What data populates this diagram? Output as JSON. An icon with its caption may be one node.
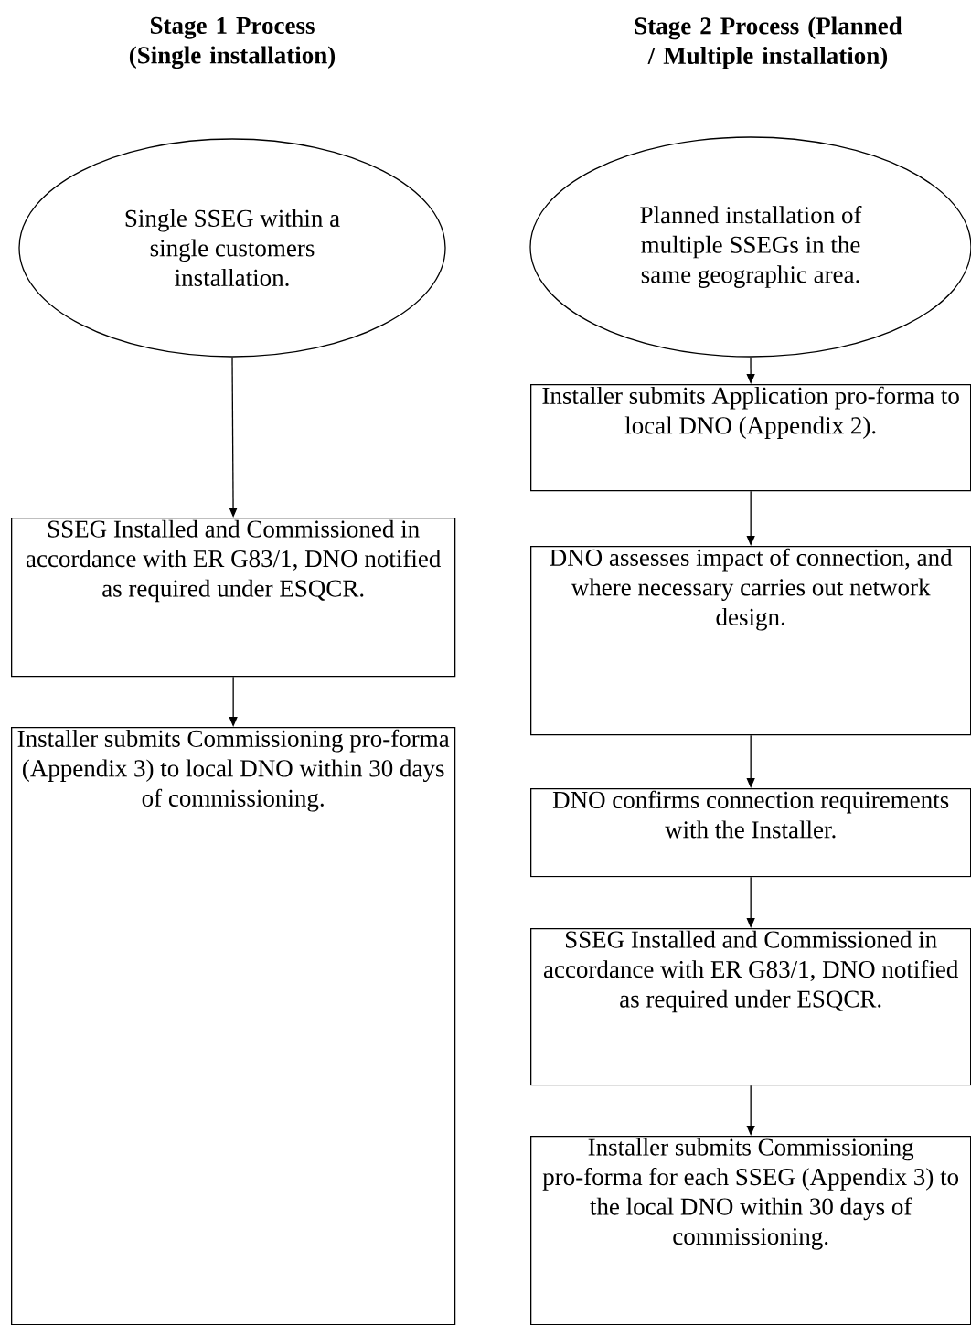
{
  "diagram": {
    "nodes": [
      {
        "text": [
          "Single SSEG within a single customers installation."
        ]
      },
      {
        "text": [
          "SSEG Installed and Commissioned in accordance with ER G83/1, DNO notified as required under ESQCR."
        ]
      },
      {
        "text": [
          "Installer submits Commissioning pro-forma (Appendix 3) to local DNO within 30 days of commissioning."
        ]
      },
      {
        "text": [
          "Planned installation of multiple SSEGs in the same geographic area."
        ]
      },
      {
        "text": [
          "Installer submits Application pro-forma to local DNO (Appendix 2)."
        ]
      },
      {
        "text": [
          "DNO assesses impact of connection, and where necessary carries out network design."
        ]
      },
      {
        "text": [
          "DNO confirms connection requirements with the Installer."
        ]
      },
      {
        "text": [
          "SSEG Installed and Commissioned in accordance with ER G83/1, DNO notified as required under ESQCR."
        ]
      },
      {
        "text": [
          "Installer submits Commissioning pro-forma for each SSEG (Appendix 3) to the local DNO within 30 days of commissioning."
        ]
      }
    ],
    "edges": [
      {
        "from": 0,
        "to": 1,
        "arrow": "to"
      },
      {
        "from": 1,
        "to": 2,
        "arrow": "to"
      },
      {
        "from": 3,
        "to": 4,
        "arrow": "to"
      },
      {
        "from": 4,
        "to": 5,
        "arrow": "to"
      },
      {
        "from": 5,
        "to": 6,
        "arrow": "to"
      },
      {
        "from": 6,
        "to": 7,
        "arrow": "to"
      },
      {
        "from": 7,
        "to": 8,
        "arrow": "to"
      }
    ],
    "labels": [
      "Stage 1 Process (Single installation)",
      "Stage 2 Process (Planned / Multiple installation)"
    ]
  }
}
